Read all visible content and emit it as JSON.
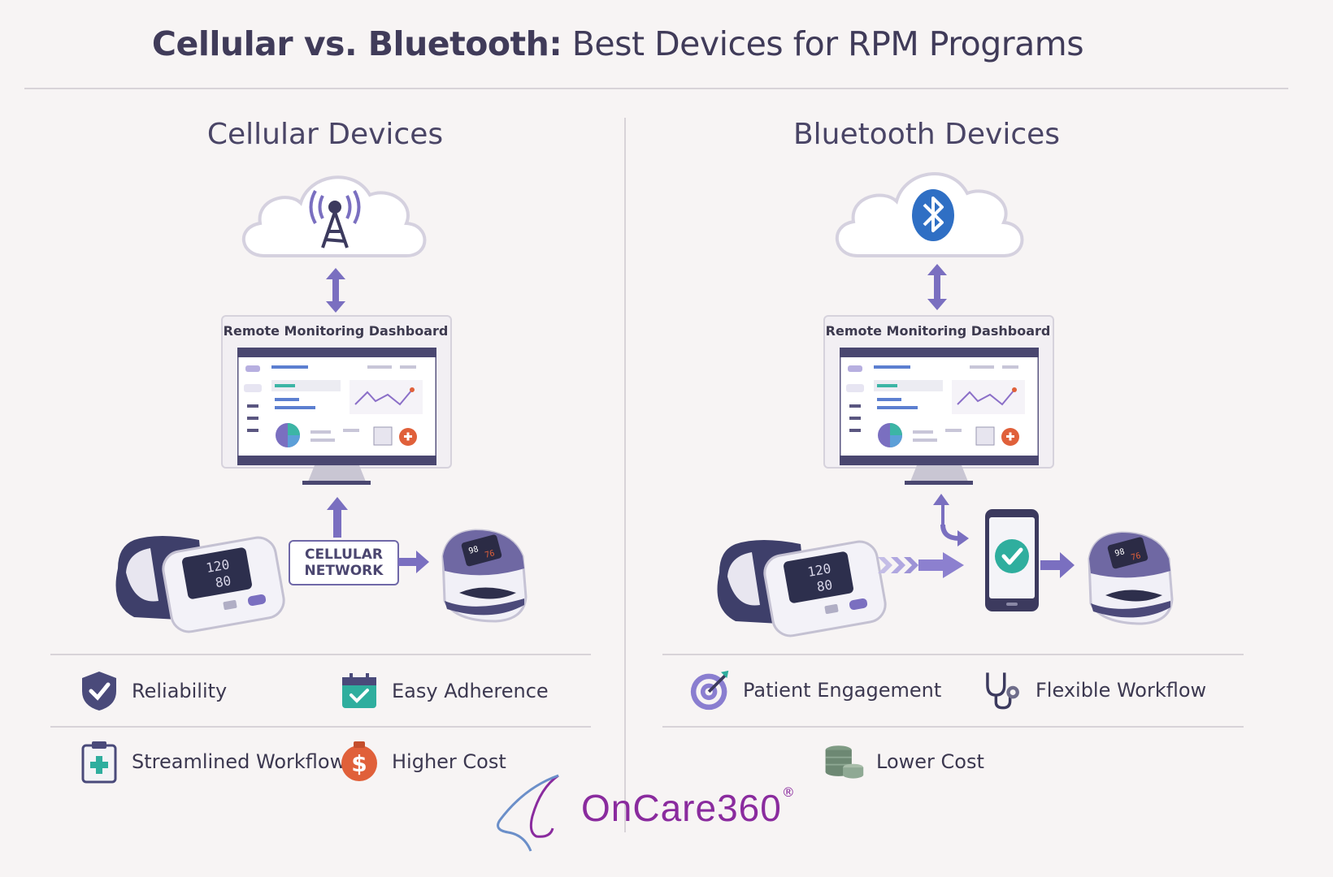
{
  "title": {
    "bold": "Cellular vs. Bluetooth:",
    "rest": " Best Devices for RPM Programs"
  },
  "left": {
    "heading": "Cellular Devices",
    "dashboard_label": "Remote Monitoring Dashboard",
    "network_label_line1": "CELLULAR",
    "network_label_line2": "NETWORK",
    "features": [
      {
        "label": "Reliability",
        "icon": "shield-check-icon"
      },
      {
        "label": "Easy Adherence",
        "icon": "calendar-check-icon"
      },
      {
        "label": "Streamlined Workflow",
        "icon": "clipboard-plus-icon"
      },
      {
        "label": "Higher Cost",
        "icon": "dollar-coin-icon"
      }
    ]
  },
  "right": {
    "heading": "Bluetooth Devices",
    "dashboard_label": "Remote Monitoring Dashboard",
    "features": [
      {
        "label": "Patient Engagement",
        "icon": "target-icon"
      },
      {
        "label": "Flexible Workflow",
        "icon": "stethoscope-icon"
      },
      {
        "label": "Lower Cost",
        "icon": "coin-stack-icon"
      }
    ]
  },
  "logo": {
    "text": "OnCare360",
    "registered": "®"
  },
  "colors": {
    "accent": "#7a6fc0",
    "navy": "#3c3a5e",
    "bluetooth": "#2f6fc4",
    "teal": "#2fae9e",
    "orange": "#e0603a",
    "brand": "#8a2b9e"
  }
}
